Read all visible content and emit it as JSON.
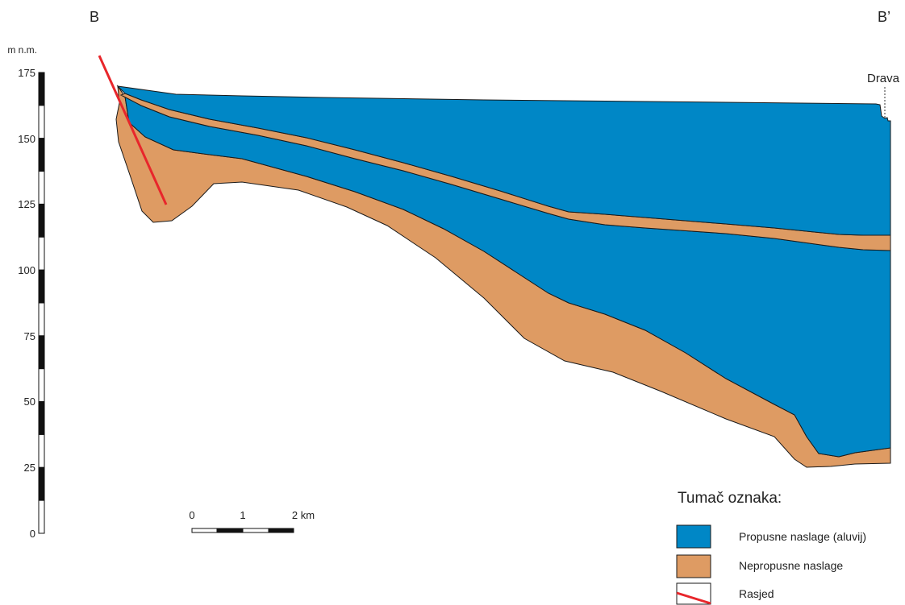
{
  "profile": {
    "start_label": "B",
    "end_label": "B’",
    "river_label": "Drava"
  },
  "elevation_axis": {
    "unit": "m n.m.",
    "ticks": [
      "0",
      "25",
      "50",
      "75",
      "100",
      "125",
      "150",
      "175"
    ]
  },
  "scale_bar": {
    "labels": [
      "0",
      "1",
      "2 km"
    ]
  },
  "legend": {
    "title": "Tumač oznaka:",
    "items": [
      {
        "label": "Propusne naslage (aluvij)",
        "color": "#0087c6"
      },
      {
        "label": "Nepropusne naslage",
        "color": "#de9b63"
      },
      {
        "label": "Rasjed",
        "color": "#e8262b"
      }
    ]
  },
  "colors": {
    "permeable": "#0087c6",
    "impermeable": "#de9b63",
    "fault": "#e8262b"
  }
}
